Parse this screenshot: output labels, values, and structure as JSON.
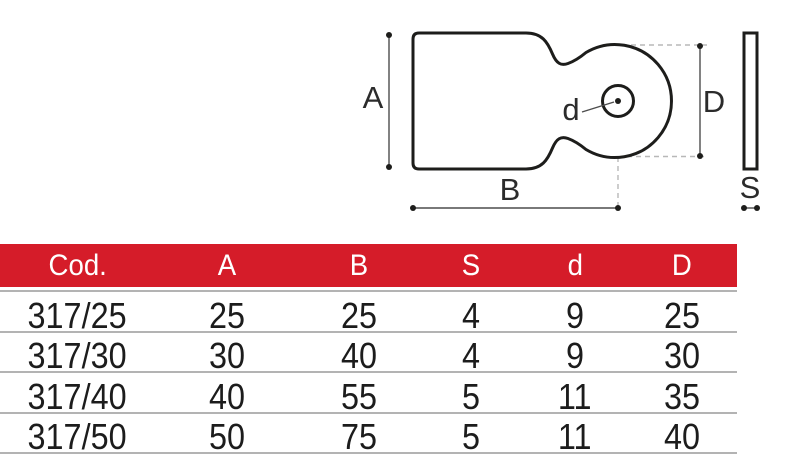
{
  "diagram": {
    "labels": {
      "A": "A",
      "B": "B",
      "S": "S",
      "d": "d",
      "D": "D"
    }
  },
  "table": {
    "headers": [
      "Cod.",
      "A",
      "B",
      "S",
      "d",
      "D"
    ],
    "rows": [
      [
        "317/25",
        "25",
        "25",
        "4",
        "9",
        "25"
      ],
      [
        "317/30",
        "30",
        "40",
        "4",
        "9",
        "30"
      ],
      [
        "317/40",
        "40",
        "55",
        "5",
        "11",
        "35"
      ],
      [
        "317/50",
        "50",
        "75",
        "5",
        "11",
        "40"
      ]
    ]
  },
  "colors": {
    "header_red": "#d51c29",
    "header_text": "#ffffff",
    "drawing_line": "#1d1d1b",
    "dimension_line": "#4d4d4d",
    "dashed_line": "#b8b8b8",
    "row_divider": "#b3b3b3",
    "body_text": "#1c1c1c"
  }
}
